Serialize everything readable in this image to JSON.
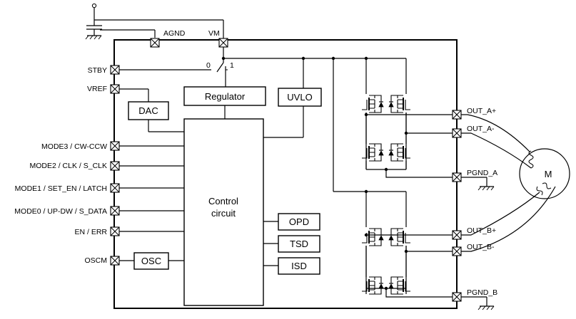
{
  "pins_top": {
    "agnd": "AGND",
    "vm": "VM"
  },
  "pins_left": {
    "stby": "STBY",
    "vref": "VREF",
    "mode3": "MODE3 / CW-CCW",
    "mode2": "MODE2 / CLK / S_CLK",
    "mode1": "MODE1 / SET_EN / LATCH",
    "mode0": "MODE0 / UP-DW / S_DATA",
    "en": "EN / ERR",
    "oscm": "OSCM"
  },
  "pins_right": {
    "out_a_plus": "OUT_A+",
    "out_a_minus": "OUT_A-",
    "pgnd_a": "PGND_A",
    "out_b_plus": "OUT_B+",
    "out_b_minus": "OUT_B-",
    "pgnd_b": "PGND_B"
  },
  "blocks": {
    "regulator": "Regulator",
    "uvlo": "UVLO",
    "dac": "DAC",
    "control_line1": "Control",
    "control_line2": "circuit",
    "opd": "OPD",
    "tsd": "TSD",
    "isd": "ISD",
    "osc": "OSC"
  },
  "switch": {
    "pos0": "0",
    "pos1": "1"
  },
  "motor": {
    "label": "M"
  }
}
